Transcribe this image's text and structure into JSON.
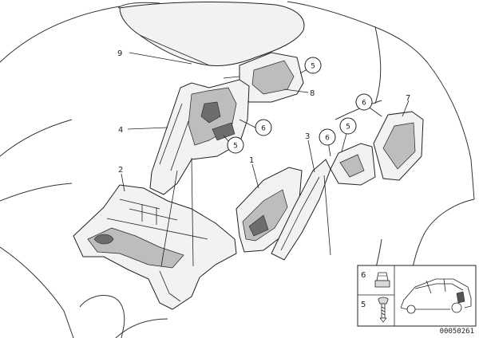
{
  "diagram": {
    "callouts": [
      "1",
      "2",
      "3",
      "4",
      "5",
      "6",
      "7",
      "8",
      "9"
    ],
    "circled_callouts": [
      "5",
      "6",
      "6",
      "5",
      "6",
      "5"
    ],
    "legend": {
      "item_top": "6",
      "item_bottom": "5"
    },
    "reference_number": "00050261"
  }
}
